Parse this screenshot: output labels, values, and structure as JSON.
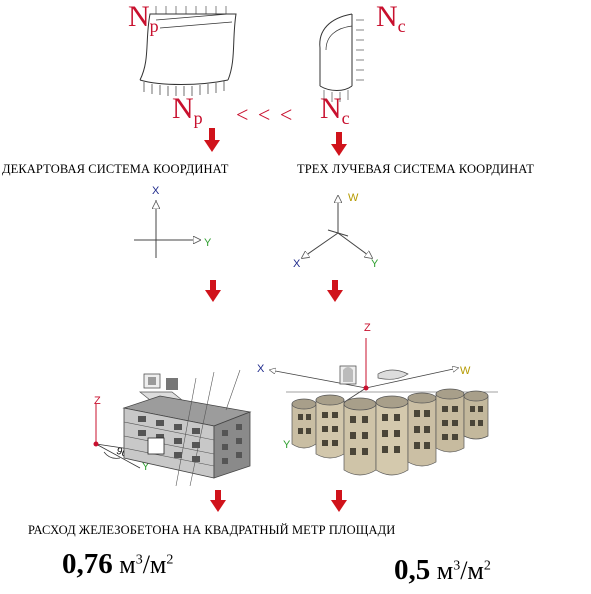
{
  "top": {
    "force_left": {
      "main": "N",
      "sub": "p"
    },
    "force_right": {
      "main": "N",
      "sub": "c"
    },
    "comparison_left": {
      "main": "N",
      "sub": "p"
    },
    "comparison_operator": "< < <",
    "comparison_right": {
      "main": "N",
      "sub": "c"
    }
  },
  "systems": {
    "left_title": "ДЕКАРТОВАЯ СИСТЕМА КООРДИНАТ",
    "right_title": "ТРЕХ ЛУЧЕВАЯ СИСТЕМА  КООРДИНАТ"
  },
  "axes": {
    "x": "X",
    "y": "Y",
    "z": "Z",
    "w": "W",
    "angle_label": "90°"
  },
  "colors": {
    "force_red": "#c8102e",
    "arrow_red": "#d0131b",
    "axis_x": "#1f2a8c",
    "axis_y": "#2e9e2e",
    "axis_z": "#c8102e",
    "axis_w": "#b59a00",
    "building_grey": "#8a8a8a",
    "building_beige": "#cbbfa4"
  },
  "icons": [
    "down-arrow-icon",
    "coordinate-axes-icon",
    "building-icon"
  ],
  "footer": {
    "caption": "РАСХОД ЖЕЛЕЗОБЕТОНА НА КВАДРАТНЫЙ МЕТР ПЛОЩАДИ",
    "left_value": "0,76",
    "right_value": "0,5",
    "unit_base": "м",
    "unit_exp": "3",
    "unit_slash": "/м",
    "unit_exp2": "2"
  }
}
